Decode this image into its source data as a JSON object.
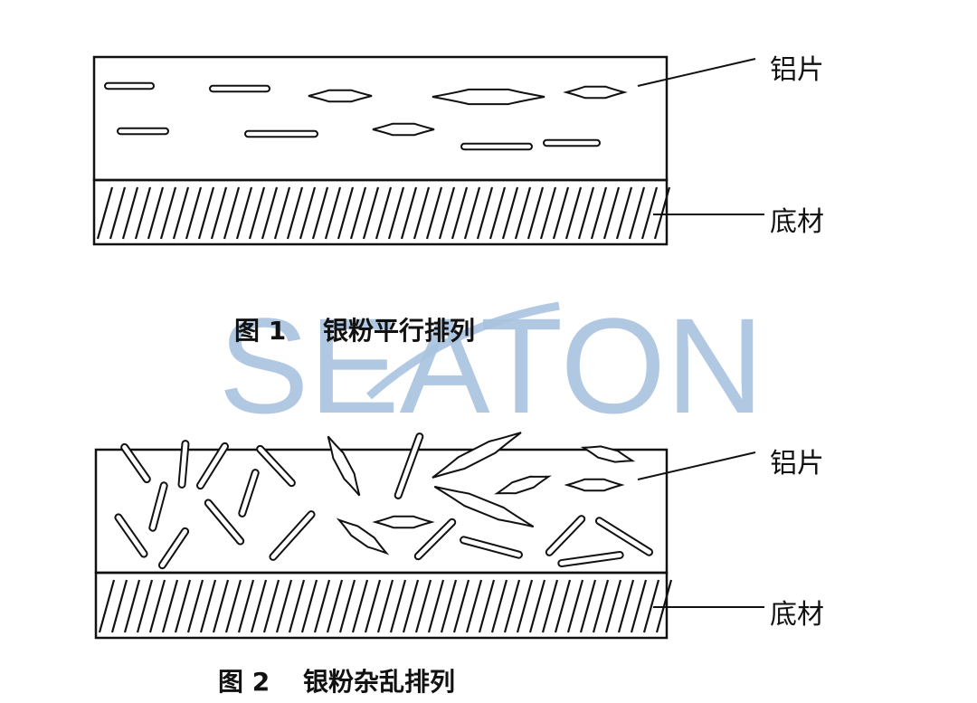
{
  "figure1": {
    "caption_num": "图 1",
    "caption_text": "银粉平行排列",
    "label_flake": "铝片",
    "label_substrate": "底材"
  },
  "figure2": {
    "caption_num": "图 2",
    "caption_text": "银粉杂乱排列",
    "label_flake": "铝片",
    "label_substrate": "底材"
  },
  "watermark": {
    "text": "SEATON",
    "color": "#a9c3df"
  },
  "colors": {
    "line": "#111111",
    "background": "#ffffff"
  }
}
